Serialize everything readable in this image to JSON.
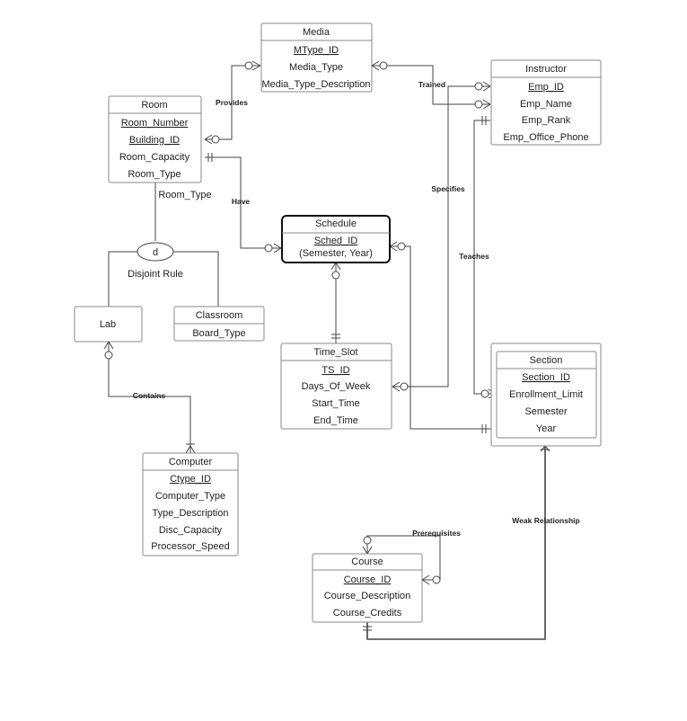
{
  "entities": {
    "media": {
      "title": "Media",
      "attrs": [
        {
          "text": "MType_ID",
          "key": true
        },
        {
          "text": "Media_Type"
        },
        {
          "text": "Media_Type_Description"
        }
      ]
    },
    "instructor": {
      "title": "Instructor",
      "attrs": [
        {
          "text": "Emp_ID",
          "key": true
        },
        {
          "text": "Emp_Name"
        },
        {
          "text": "Emp_Rank"
        },
        {
          "text": "Emp_Office_Phone"
        }
      ]
    },
    "room": {
      "title": "Room",
      "attrs": [
        {
          "text": "Room_Number",
          "key": true
        },
        {
          "text": "Building_ID",
          "key": true
        },
        {
          "text": "Room_Capacity"
        },
        {
          "text": "Room_Type"
        }
      ]
    },
    "schedule": {
      "title": "Schedule",
      "attrs": [
        {
          "text": "Sched_ID",
          "key": true
        },
        {
          "text": "(Semester, Year)"
        }
      ]
    },
    "lab": {
      "title": "Lab",
      "attrs": []
    },
    "classroom": {
      "title": "Classroom",
      "attrs": [
        {
          "text": "Board_Type"
        }
      ]
    },
    "time_slot": {
      "title": "Time_Slot",
      "attrs": [
        {
          "text": "TS_ID",
          "key": true
        },
        {
          "text": "Days_Of_Week"
        },
        {
          "text": "Start_Time"
        },
        {
          "text": "End_Time"
        }
      ]
    },
    "section": {
      "title": "Section",
      "attrs": [
        {
          "text": "Section_ID",
          "key": true
        },
        {
          "text": "Enrollment_Limit"
        },
        {
          "text": "Semester"
        },
        {
          "text": "Year"
        }
      ]
    },
    "computer": {
      "title": "Computer",
      "attrs": [
        {
          "text": "Ctype_ID",
          "key": true
        },
        {
          "text": "Computer_Type"
        },
        {
          "text": "Type_Description"
        },
        {
          "text": "Disc_Capacity"
        },
        {
          "text": "Processor_Speed"
        }
      ]
    },
    "course": {
      "title": "Course",
      "attrs": [
        {
          "text": "Course_ID",
          "key": true
        },
        {
          "text": "Course_Description"
        },
        {
          "text": "Course_Credits"
        }
      ]
    }
  },
  "relationships": {
    "provides": "Provides",
    "trained": "Trained",
    "have": "Have",
    "specifies": "Specifies",
    "teaches": "Teaches",
    "contains": "Contains",
    "weak": "Weak Relationship",
    "prereq": "Prerequisites"
  },
  "subtype": {
    "discriminator": "Room_Type",
    "symbol": "d",
    "rule": "Disjoint Rule"
  },
  "colors": {
    "line": "#444444",
    "border": "#8a8a8a",
    "strong_border": "#111111"
  }
}
